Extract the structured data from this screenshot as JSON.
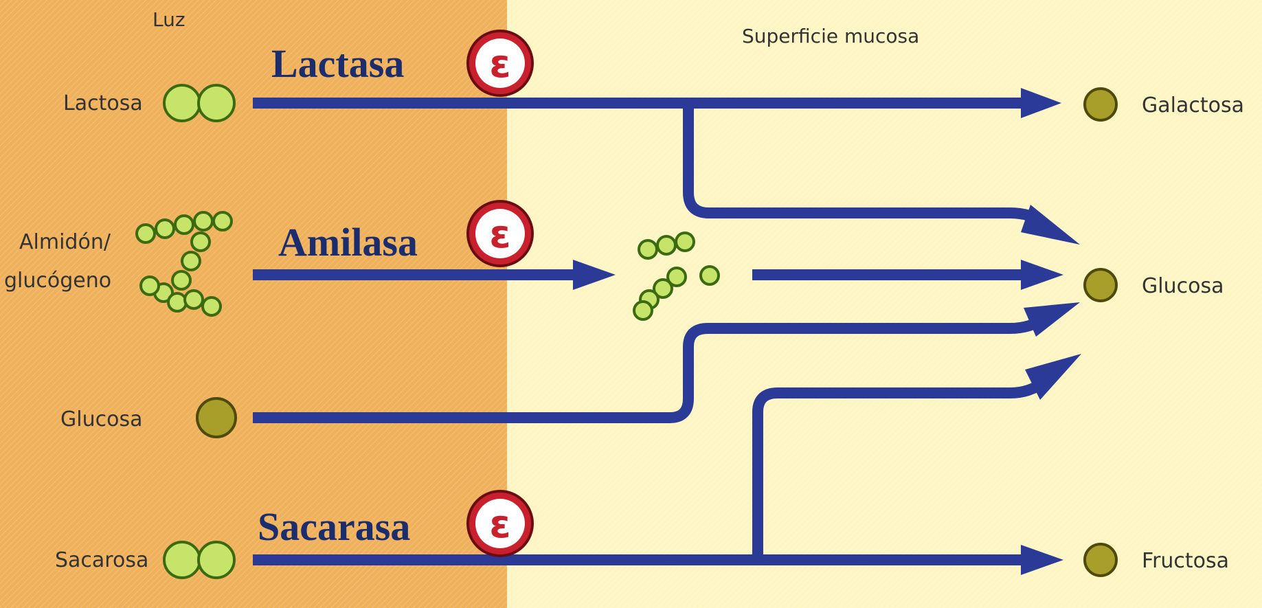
{
  "regions": {
    "lumen": "Luz",
    "mucosa": "Superficie mucosa"
  },
  "substrates": {
    "lactose": "Lactosa",
    "starch_line1": "Almidón/",
    "starch_line2": "glucógeno",
    "glucose": "Glucosa",
    "sucrose": "Sacarosa"
  },
  "enzymes": {
    "lactase": "Lactasa",
    "amylase": "Amilasa",
    "sucrase": "Sacarasa"
  },
  "products": {
    "galactose": "Galactosa",
    "glucose": "Glucosa",
    "fructose": "Fructosa"
  },
  "colors": {
    "lumen_bg": "#f0b15c",
    "mucosa_bg": "#fdf6c4",
    "arrow": "#2b3a96",
    "enzyme_label": "#1c2d6e",
    "light_monomer": "#c6e46a",
    "dark_monomer": "#a89e2a",
    "enzyme_badge": "#c8202c"
  }
}
